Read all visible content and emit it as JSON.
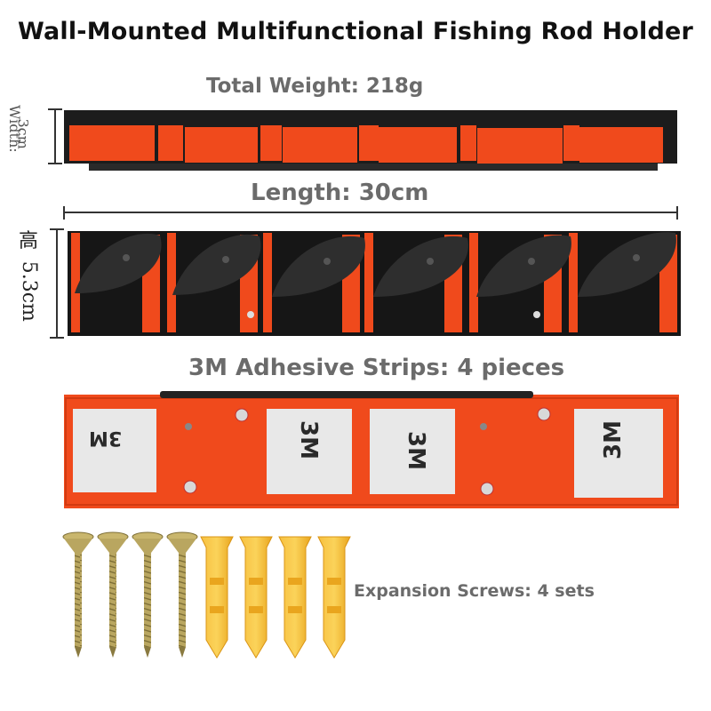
{
  "title": "Wall-Mounted Multifunctional Fishing Rod Holder",
  "weight_label": "Total Weight: 218g",
  "width_label": "Width:",
  "width_value": "3cm",
  "length_label": "Length: 30cm",
  "height_label_cn": "高",
  "height_value": "5.3cm",
  "strips_label": "3M Adhesive Strips: 4 pieces",
  "screws_label": "Expansion Screws: 4 sets",
  "strip_brand": "3M",
  "colors": {
    "accent_orange": "#f04a1c",
    "body_black": "#1c1c1c",
    "anchor_yellow": "#f5b326",
    "screw_gold": "#b9a660",
    "text_gray": "#6b6b6b"
  }
}
